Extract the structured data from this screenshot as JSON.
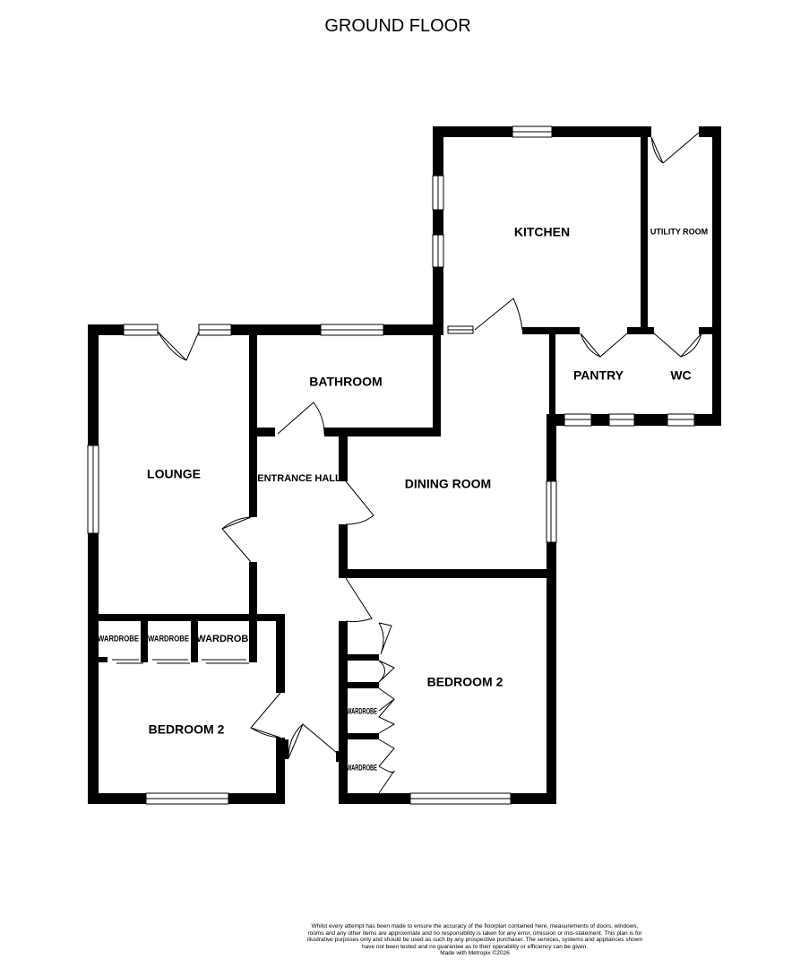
{
  "title": "GROUND FLOOR",
  "rooms": {
    "kitchen": "KITCHEN",
    "utility_room": "UTILITY ROOM",
    "pantry": "PANTRY",
    "wc": "WC",
    "bathroom": "BATHROOM",
    "lounge": "LOUNGE",
    "entrance_hall": "ENTRANCE HALL",
    "dining_room": "DINING ROOM",
    "bedroom_left": "BEDROOM 2",
    "bedroom_right": "BEDROOM 2",
    "wardrobe_1": "WARDROBE",
    "wardrobe_2": "WARDROBE",
    "wardrobe_3": "WARDROBE",
    "wardrobe_4": "WARDROBE",
    "wardrobe_5": "WARDROBE"
  },
  "disclaimer": "Whilst every attempt has been made to ensure the accuracy of the floorplan contained here, measurements of doors, windows, rooms and any other items are approximate and no responsibility is taken for any error, omission or mis-statement. This plan is for illustrative purposes only and should be used as such by any prospective purchaser. The services, systems and appliances shown have not been tested and no guarantee as to their operability or efficiency can be given.",
  "credit": "Made with Metropix ©2026",
  "colors": {
    "wall": "#000000",
    "background": "#ffffff"
  }
}
